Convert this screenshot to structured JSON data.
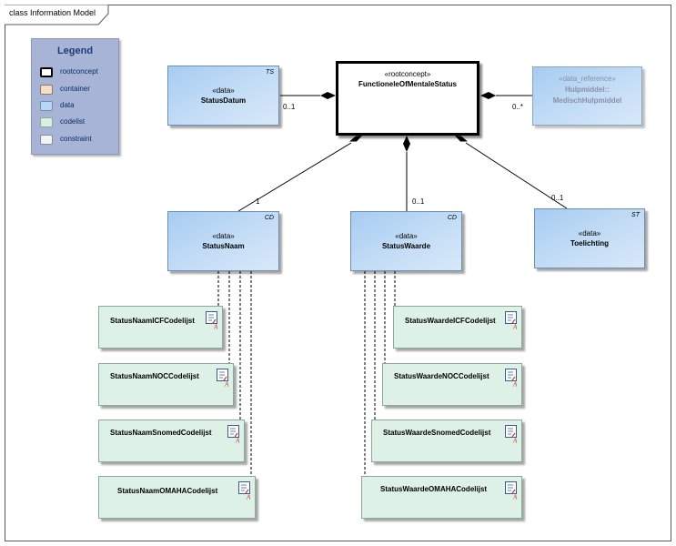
{
  "frame": {
    "title": "class Information Model"
  },
  "legend": {
    "title": "Legend",
    "items": [
      {
        "label": "rootconcept",
        "color": "#ffffff",
        "border": "#000000"
      },
      {
        "label": "container",
        "color": "#f5dfc9",
        "border": "#8a7a6a"
      },
      {
        "label": "data",
        "color": "#b7d7f4",
        "border": "#6e8fb5"
      },
      {
        "label": "codelist",
        "color": "#d9efe2",
        "border": "#8aaa97"
      },
      {
        "label": "constraint",
        "color": "#f4f4f8",
        "border": "#8a8a9a"
      }
    ]
  },
  "root": {
    "stereotype": "«rootconcept»",
    "name": "FunctioneleOfMentaleStatus"
  },
  "status_datum": {
    "stereotype": "«data»",
    "name": "StatusDatum",
    "tag": "TS",
    "multiplicity": "0..1"
  },
  "hulpmiddel": {
    "stereotype": "«data_reference»",
    "name_line1": "Hulpmiddel::",
    "name_line2": "MedischHulpmiddel",
    "multiplicity": "0..*"
  },
  "status_naam": {
    "stereotype": "«data»",
    "name": "StatusNaam",
    "tag": "CD",
    "multiplicity": "1"
  },
  "status_waarde": {
    "stereotype": "«data»",
    "name": "StatusWaarde",
    "tag": "CD",
    "multiplicity": "0..1"
  },
  "toelichting": {
    "stereotype": "«data»",
    "name": "Toelichting",
    "tag": "ST",
    "multiplicity": "0..1"
  },
  "naam_codelists": [
    "StatusNaamICFCodelijst",
    "StatusNaamNOCCodelijst",
    "StatusNaamSnomedCodelijst",
    "StatusNaamOMAHACodelijst"
  ],
  "waarde_codelists": [
    "StatusWaardeICFCodelijst",
    "StatusWaardeNOCCodelijst",
    "StatusWaardeSnomedCodelijst",
    "StatusWaardeOMAHACodelijst"
  ],
  "colors": {
    "data_fill": "#b7d7f4",
    "codelist_fill": "#def1e6",
    "legend_bg": "#a7b4d6",
    "legend_title": "#1e3a78"
  }
}
